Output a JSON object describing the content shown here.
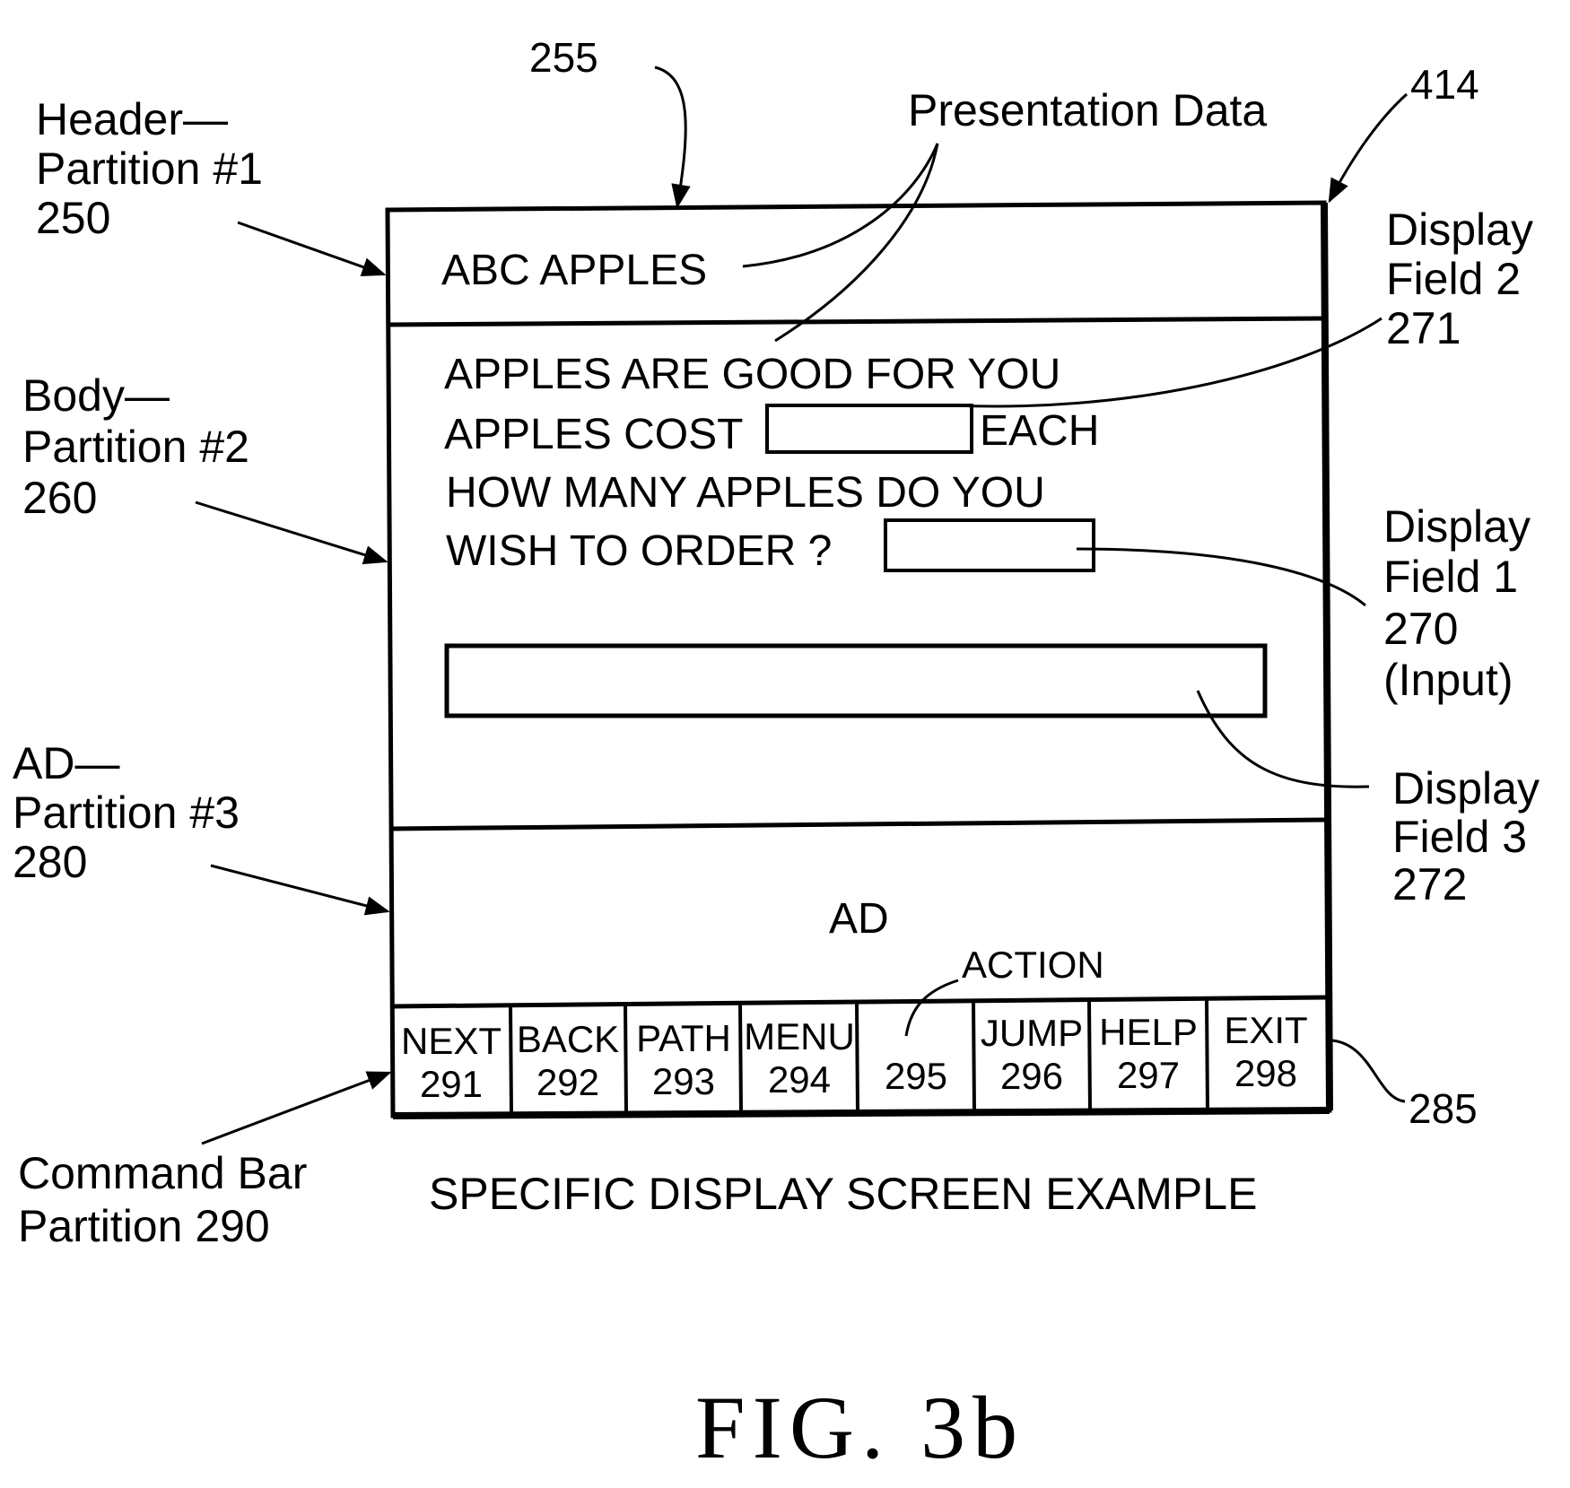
{
  "ref_numbers": {
    "screen": "255",
    "presentation_data": "Presentation Data",
    "frame": "414",
    "command_bar_ref": "285",
    "action_label": "ACTION"
  },
  "left_labels": {
    "header": [
      "Header—",
      "Partition  #1",
      "250"
    ],
    "body": [
      "Body—",
      "Partition  #2",
      "260"
    ],
    "ad": [
      "AD—",
      "Partition  #3",
      "280"
    ],
    "command_bar": [
      "Command  Bar",
      "Partition  290"
    ]
  },
  "right_labels": {
    "field2": [
      "Display",
      "Field  2",
      "271"
    ],
    "field1": [
      "Display",
      "Field  1",
      "270",
      "(Input)"
    ],
    "field3": [
      "Display",
      "Field  3",
      "272"
    ]
  },
  "screen": {
    "header_text": "ABC  APPLES",
    "body_lines": {
      "line1": "APPLES  ARE  GOOD  FOR  YOU",
      "line2_a": "APPLES  COST",
      "line2_b": "EACH",
      "line3": "HOW  MANY  APPLES  DO  YOU",
      "line4": "WISH  TO  ORDER  ?"
    },
    "ad_text": "AD"
  },
  "command_bar": [
    {
      "label": "NEXT",
      "num": "291"
    },
    {
      "label": "BACK",
      "num": "292"
    },
    {
      "label": "PATH",
      "num": "293"
    },
    {
      "label": "MENU",
      "num": "294"
    },
    {
      "label": "",
      "num": "295"
    },
    {
      "label": "JUMP",
      "num": "296"
    },
    {
      "label": "HELP",
      "num": "297"
    },
    {
      "label": "EXIT",
      "num": "298"
    }
  ],
  "caption": "SPECIFIC  DISPLAY  SCREEN  EXAMPLE",
  "figure_title": "FIG.  3b"
}
